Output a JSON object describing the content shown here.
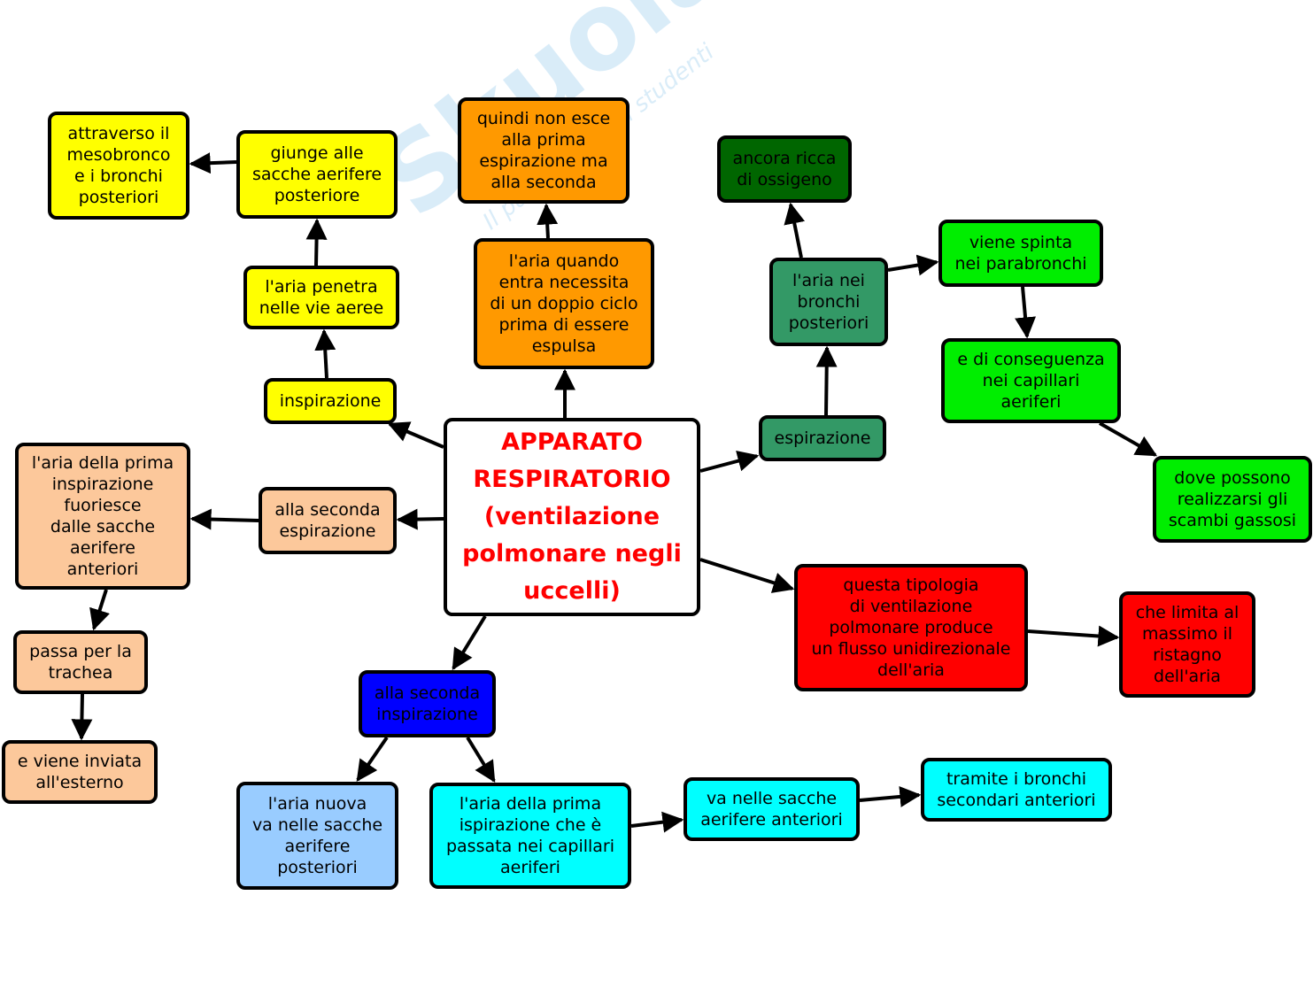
{
  "colors": {
    "title_red": "#ff0000",
    "yellow": "#ffff00",
    "orange": "#ff9900",
    "peach": "#fcc89b",
    "dark_green": "#006600",
    "medium_green": "#339966",
    "light_green": "#00ee00",
    "red": "#ff0000",
    "blue": "#0000ff",
    "light_blue": "#99ccff",
    "cyan": "#00ffff"
  },
  "nodes": {
    "center": "APPARATO\nRESPIRATORIO\n(ventilazione\npolmonare negli\nuccelli)",
    "inspirazione": "inspirazione",
    "penetra": "l'aria penetra\nnelle vie aeree",
    "giunge": "giunge alle\nsacche aerifere\nposteriore",
    "attraverso": "attraverso il\nmesobronco\ne i bronchi\nposteriori",
    "quindi": "quindi non esce\nalla prima\nespirazione ma\nalla seconda",
    "doppio_ciclo": "l'aria quando\nentra necessita\ndi un doppio ciclo\nprima di essere\nespulsa",
    "ricca": "ancora ricca\ndi ossigeno",
    "bronchi_posteriori": "l'aria nei\nbronchi\nposteriori",
    "espirazione": "espirazione",
    "parabronchi": "viene spinta\nnei parabronchi",
    "capillari": "e di conseguenza\nnei capillari\naeriferi",
    "scambi": "dove possono\nrealizzarsi gli\nscambi gassosi",
    "tipologia": "questa tipologia\ndi ventilazione\npolmonare produce\nun flusso unidirezionale\ndell'aria",
    "ristagno": "che limita al\nmassimo il\nristagno\ndell'aria",
    "seconda_espirazione": "alla seconda\nespirazione",
    "fuoriesce": "l'aria della prima\ninspirazione\nfuoriesce\ndalle sacche\naerifere\nanteriori",
    "trachea": "passa per la\ntrachea",
    "esterno": "e viene inviata\nall'esterno",
    "seconda_inspirazione": "alla seconda\ninspirazione",
    "aria_nuova": "l'aria nuova\nva nelle sacche\naerifere\nposteriori",
    "prima_inspirazione": "l'aria della prima\nispirazione che è\npassata nei capillari\naeriferi",
    "sacche_anteriori": "va nelle sacche\naerifere anteriori",
    "bronchi_secondari": "tramite i bronchi\nsecondari anteriori"
  },
  "watermark": {
    "brand": "Skuola.net",
    "tagline": "Il paradiso degli studenti"
  }
}
